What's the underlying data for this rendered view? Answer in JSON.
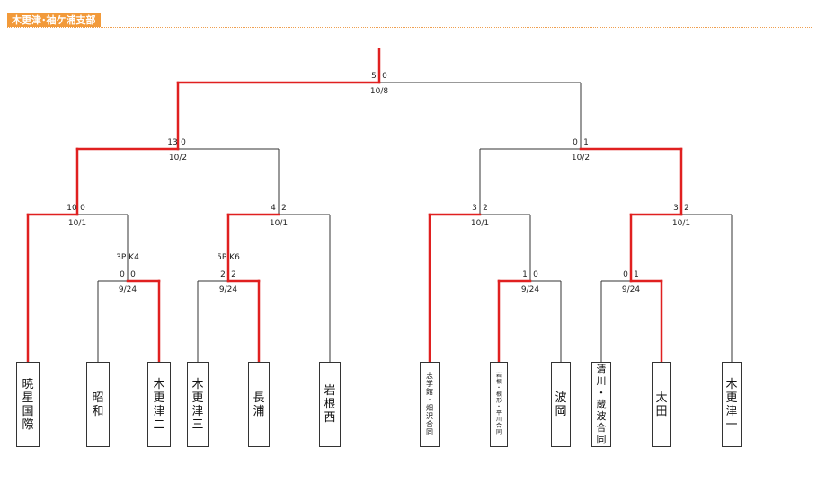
{
  "header": {
    "title": "木更津･袖ケ浦支部"
  },
  "colors": {
    "winner": "#e02020",
    "line": "#333333",
    "header_bg": "#f29a3a",
    "header_rule": "#f0a050"
  },
  "teams": [
    {
      "id": "t1",
      "name": "暁星国際"
    },
    {
      "id": "t2",
      "name": "昭和"
    },
    {
      "id": "t3",
      "name": "木更津二"
    },
    {
      "id": "t4",
      "name": "木更津三"
    },
    {
      "id": "t5",
      "name": "長浦"
    },
    {
      "id": "t6",
      "name": "岩根西"
    },
    {
      "id": "t7",
      "name": "志学館・畑沢合同"
    },
    {
      "id": "t8",
      "name": "岩根・根形・平川合同"
    },
    {
      "id": "t9",
      "name": "波岡"
    },
    {
      "id": "t10",
      "name": "清川・蔵波合同"
    },
    {
      "id": "t11",
      "name": "太田"
    },
    {
      "id": "t12",
      "name": "木更津一"
    }
  ],
  "matches": [
    {
      "id": "m1",
      "score_left": "0",
      "score_right": "0",
      "pk": "3P K4",
      "date": "9/24",
      "winner": "right"
    },
    {
      "id": "m2",
      "score_left": "2",
      "score_right": "2",
      "pk": "5P K6",
      "date": "9/24",
      "winner": "right"
    },
    {
      "id": "m3",
      "score_left": "1",
      "score_right": "0",
      "date": "9/24",
      "winner": "left"
    },
    {
      "id": "m4",
      "score_left": "0",
      "score_right": "1",
      "date": "9/24",
      "winner": "right"
    },
    {
      "id": "m5",
      "score_left": "10",
      "score_right": "0",
      "date": "10/1",
      "winner": "left"
    },
    {
      "id": "m6",
      "score_left": "4",
      "score_right": "2",
      "date": "10/1",
      "winner": "left"
    },
    {
      "id": "m7",
      "score_left": "3",
      "score_right": "2",
      "date": "10/1",
      "winner": "left"
    },
    {
      "id": "m8",
      "score_left": "3",
      "score_right": "2",
      "date": "10/1",
      "winner": "left"
    },
    {
      "id": "m9",
      "score_left": "13",
      "score_right": "0",
      "date": "10/2",
      "winner": "left"
    },
    {
      "id": "m10",
      "score_left": "0",
      "score_right": "1",
      "date": "10/2",
      "winner": "right"
    },
    {
      "id": "m11",
      "score_left": "5",
      "score_right": "0",
      "date": "10/8",
      "winner": "left"
    }
  ]
}
